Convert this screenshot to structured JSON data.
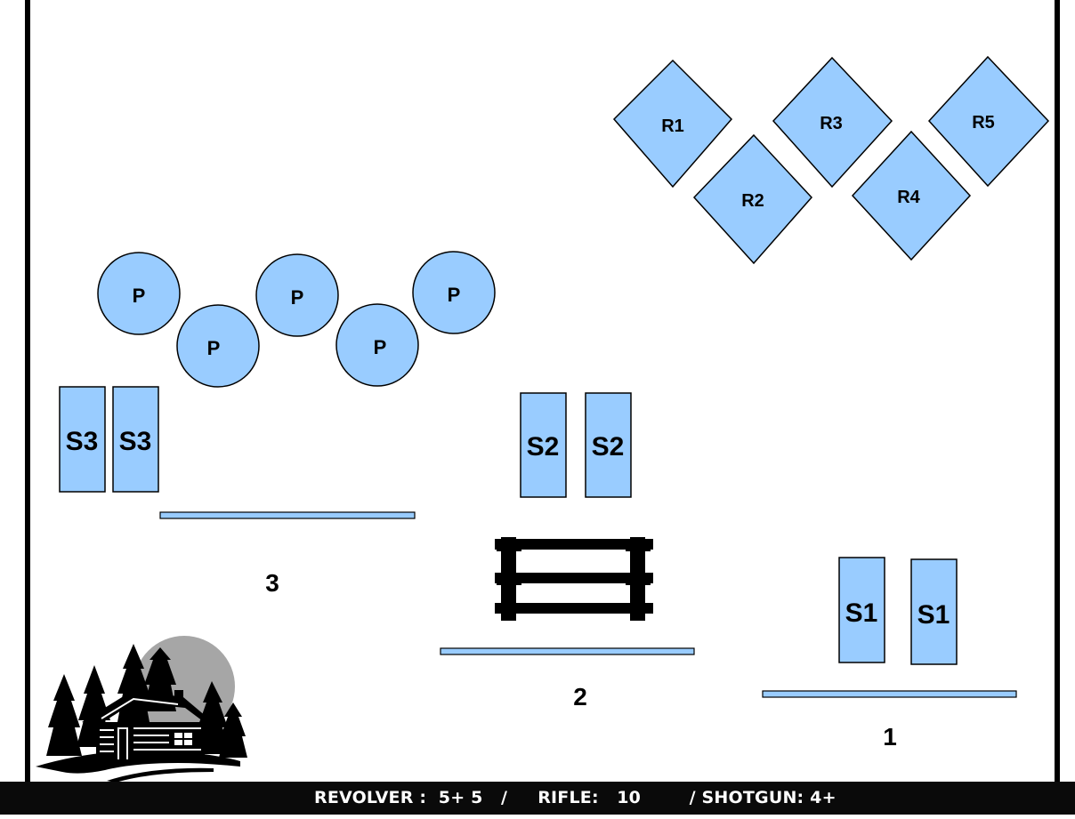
{
  "rifle_targets": [
    "R1",
    "R2",
    "R3",
    "R4",
    "R5"
  ],
  "pistol_targets": [
    "P",
    "P",
    "P",
    "P",
    "P"
  ],
  "shotgun_targets": {
    "s3": [
      "S3",
      "S3"
    ],
    "s2": [
      "S2",
      "S2"
    ],
    "s1": [
      "S1",
      "S1"
    ]
  },
  "positions": [
    "3",
    "2",
    "1"
  ],
  "footer": {
    "text": "REVOLVER :  5+ 5   /     RIFLE:   10        / SHOTGUN: 4+"
  },
  "colors": {
    "target_fill": "#99ccff",
    "outline": "#000000",
    "fence": "#000000",
    "footer_bg": "#0a0a0a",
    "footer_text": "#ffffff",
    "moon": "#a6a6a6"
  },
  "icons": {
    "fence": "wooden-fence-icon",
    "cabin": "log-cabin-logo"
  }
}
